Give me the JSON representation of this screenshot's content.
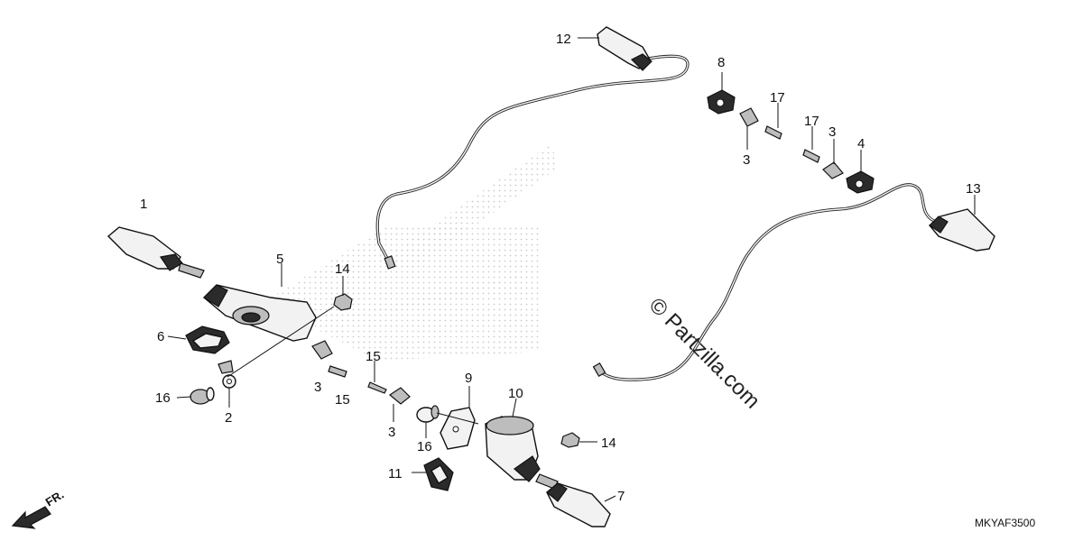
{
  "diagram": {
    "callouts": [
      {
        "id": "c1",
        "text": "1"
      },
      {
        "id": "c2",
        "text": "2"
      },
      {
        "id": "c3a",
        "text": "3"
      },
      {
        "id": "c3b",
        "text": "3"
      },
      {
        "id": "c3c",
        "text": "3"
      },
      {
        "id": "c3d",
        "text": "3"
      },
      {
        "id": "c4",
        "text": "4"
      },
      {
        "id": "c5",
        "text": "5"
      },
      {
        "id": "c6",
        "text": "6"
      },
      {
        "id": "c7",
        "text": "7"
      },
      {
        "id": "c8",
        "text": "8"
      },
      {
        "id": "c9",
        "text": "9"
      },
      {
        "id": "c10",
        "text": "10"
      },
      {
        "id": "c11",
        "text": "11"
      },
      {
        "id": "c12",
        "text": "12"
      },
      {
        "id": "c13",
        "text": "13"
      },
      {
        "id": "c14a",
        "text": "14"
      },
      {
        "id": "c14b",
        "text": "14"
      },
      {
        "id": "c15a",
        "text": "15"
      },
      {
        "id": "c15b",
        "text": "15"
      },
      {
        "id": "c16a",
        "text": "16"
      },
      {
        "id": "c16b",
        "text": "16"
      },
      {
        "id": "c17a",
        "text": "17"
      },
      {
        "id": "c17b",
        "text": "17"
      }
    ],
    "watermark": "© Partzilla.com",
    "front_indicator": "FR.",
    "diagram_code": "MKYAF3500"
  }
}
